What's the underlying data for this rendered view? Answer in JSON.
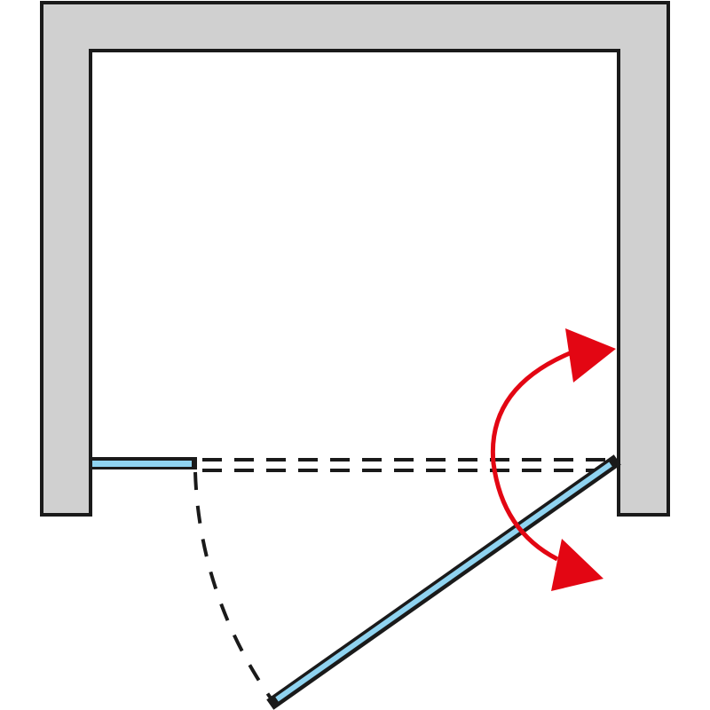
{
  "diagram": {
    "type": "shower door plan view",
    "colors": {
      "wall": "#d0d0d0",
      "outline": "#1a1a1a",
      "glass": "#8fd3f0",
      "arrow": "#e30613"
    },
    "elements": [
      "wall-niche",
      "fixed-glass-panel",
      "swing-door-panel",
      "door-swing-arc",
      "closed-position-dashed",
      "opening-direction-arrow"
    ]
  }
}
